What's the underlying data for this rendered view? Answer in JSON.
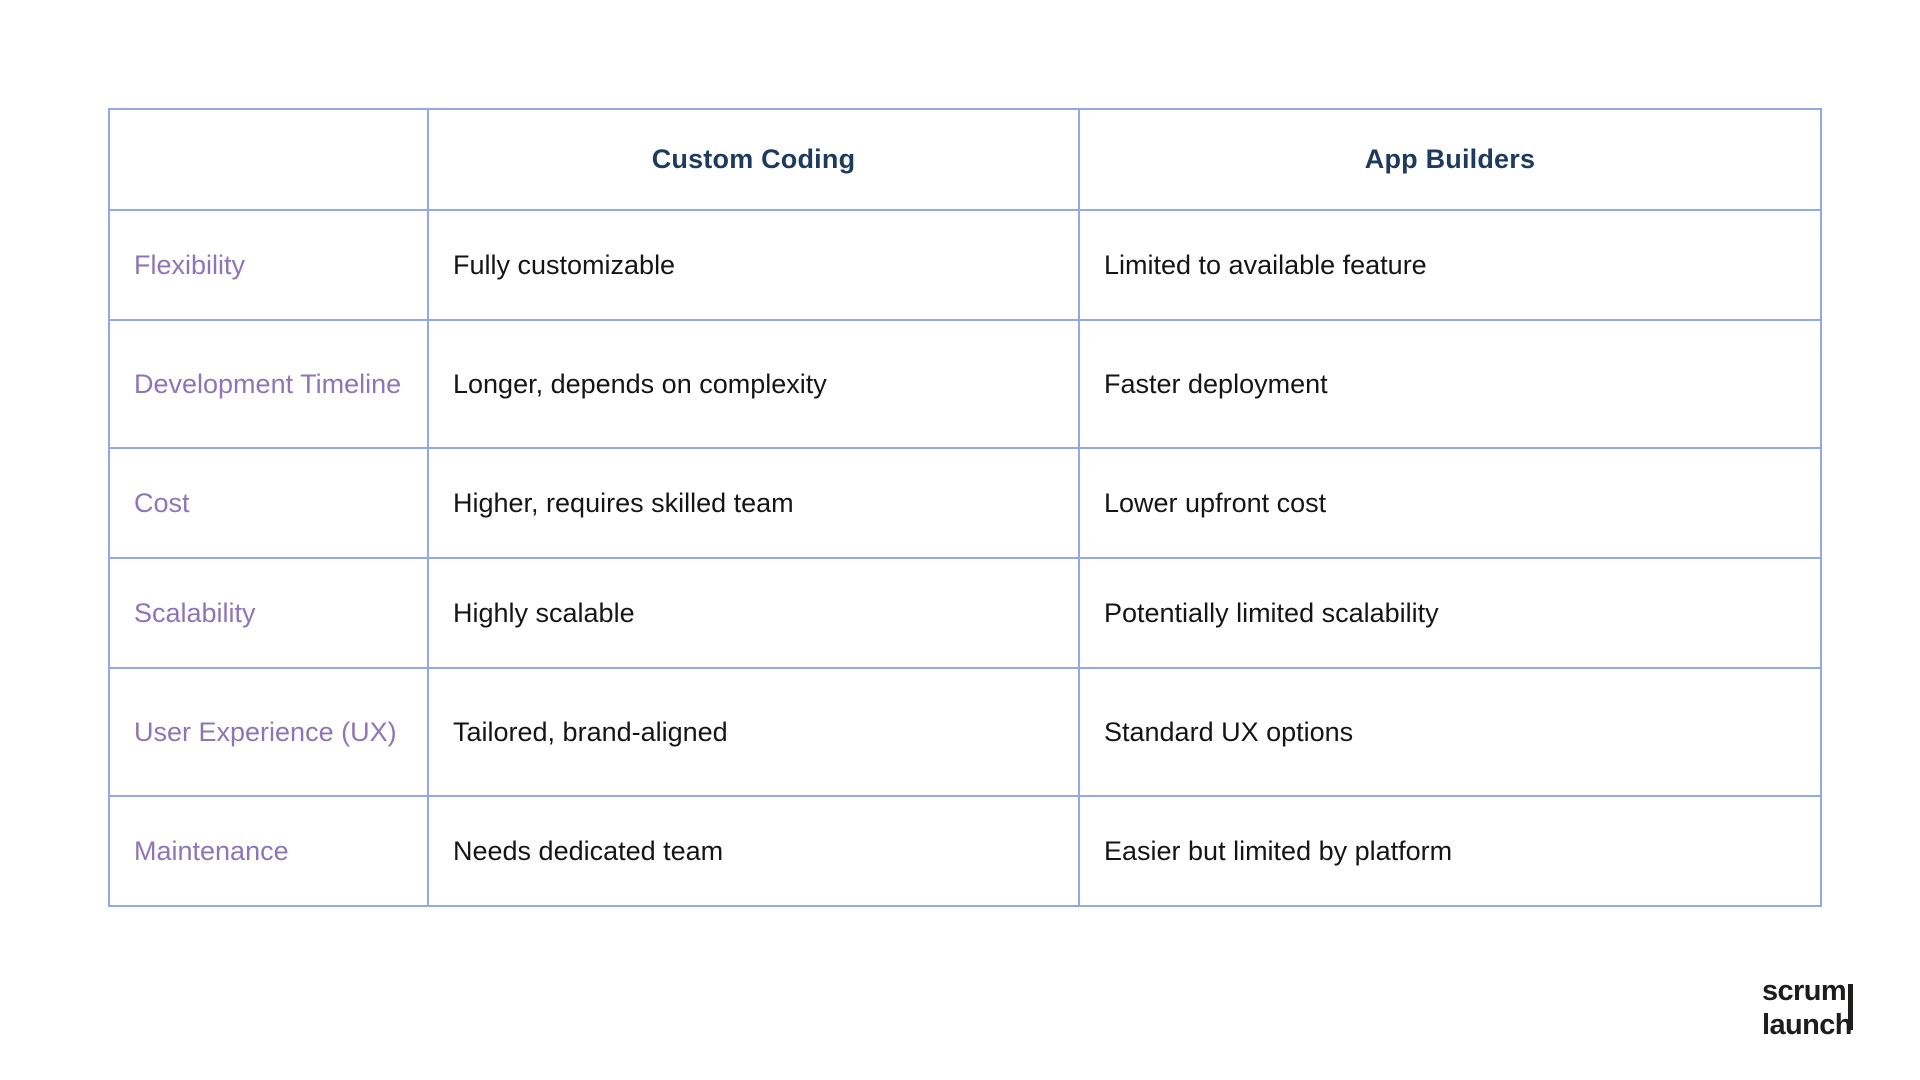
{
  "table": {
    "corner_label": "",
    "columns": [
      "Custom Coding",
      "App Builders"
    ],
    "rows": [
      {
        "feature": "Flexibility",
        "custom_coding": "Fully customizable",
        "app_builders": "Limited to available feature"
      },
      {
        "feature": "Development Timeline",
        "custom_coding": "Longer, depends on complexity",
        "app_builders": "Faster deployment"
      },
      {
        "feature": "Cost",
        "custom_coding": "Higher, requires skilled team",
        "app_builders": "Lower upfront cost"
      },
      {
        "feature": "Scalability",
        "custom_coding": "Highly scalable",
        "app_builders": "Potentially limited scalability"
      },
      {
        "feature": "User Experience (UX)",
        "custom_coding": "Tailored, brand-aligned",
        "app_builders": "Standard UX options"
      },
      {
        "feature": "Maintenance",
        "custom_coding": "Needs dedicated team",
        "app_builders": "Easier but limited by platform"
      }
    ]
  },
  "branding": {
    "logo_line1": "scrum",
    "logo_line2": "launch",
    "logo_name": "scrum-launch-logo"
  },
  "colors": {
    "border": "#93a8e6",
    "header_text": "#1e3a5c",
    "feature_text": "#8e75b5",
    "body_text": "#151515",
    "logo": "#1d1d1b",
    "background": "#ffffff"
  }
}
